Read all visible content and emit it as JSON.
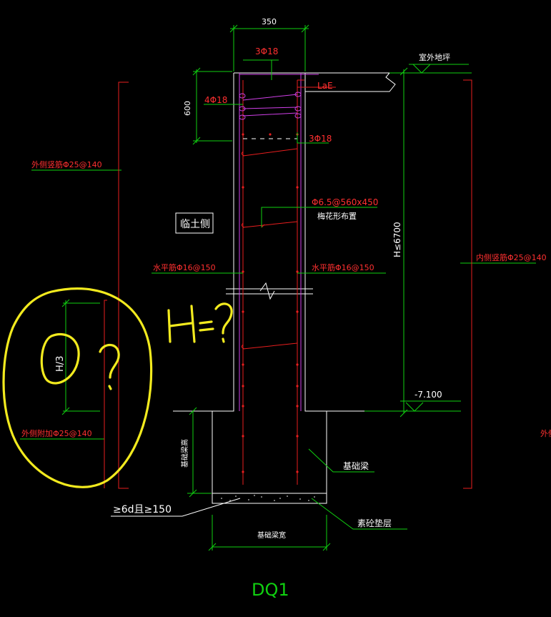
{
  "drawing": {
    "title": "DQ1",
    "colors": {
      "background": "#000000",
      "dimension": "#10d010",
      "outline": "#ffffff",
      "rebar": "#e81e1e",
      "wall_edge": "#d040e8",
      "markup": "#f2ea1e",
      "label": "#ff2a2a"
    }
  },
  "dimensions": {
    "width": "350",
    "top_zone": "600",
    "height": "H≤6700",
    "third": "H/3",
    "found_width": "基础梁宽",
    "found_height": "基础梁高"
  },
  "labels": {
    "top_bars": "3Φ18",
    "mid_bars": "4Φ18",
    "lower_bars": "3Φ18",
    "anchor": "LaE",
    "ground": "室外地坪",
    "elevation": "-7.100",
    "outer_vertical": "外侧竖筋Φ25@140",
    "inner_vertical": "内侧竖筋Φ25@140",
    "soil_side": "临土侧",
    "tie_bar": "Φ6.5@560x450",
    "tie_note": "梅花形布置",
    "horiz_left": "水平筋Φ16@150",
    "horiz_right": "水平筋Φ16@150",
    "outer_added": "外侧附加Φ25@140",
    "found_beam": "基础梁",
    "cushion": "素砼垫层",
    "lap": "≥6d且≥150",
    "edge_partial": "外侧"
  },
  "markup": {
    "question": "H=?",
    "question_mark": "?"
  }
}
